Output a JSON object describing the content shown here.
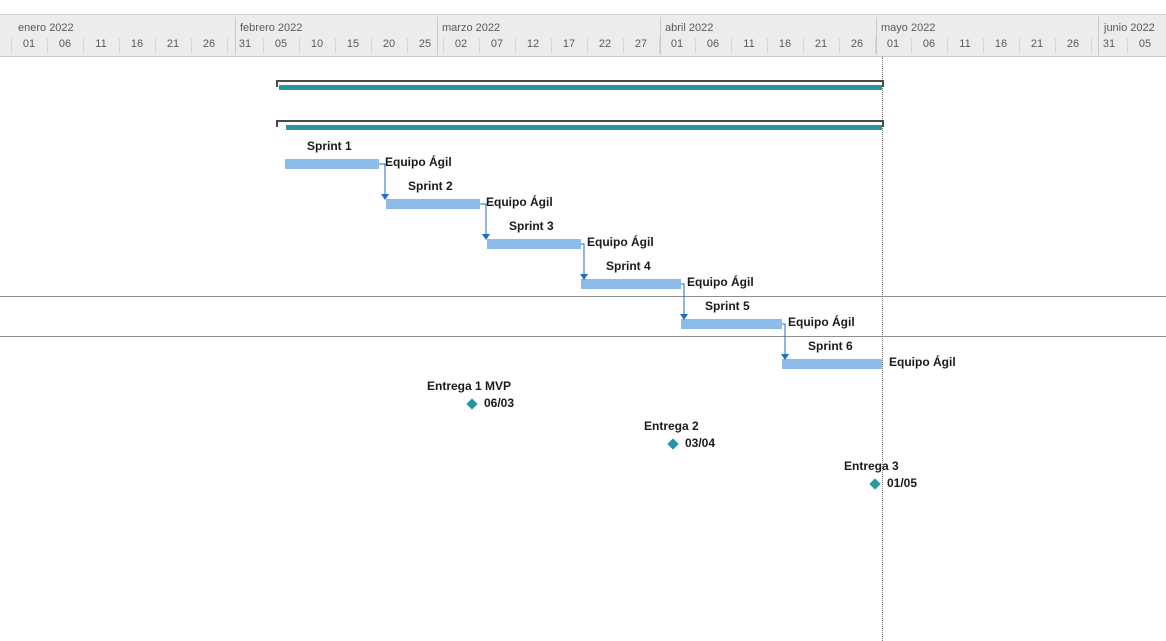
{
  "timescale": {
    "months": [
      {
        "label": "enero 2022"
      },
      {
        "label": "febrero 2022"
      },
      {
        "label": "marzo 2022"
      },
      {
        "label": "abril 2022"
      },
      {
        "label": "mayo 2022"
      },
      {
        "label": "junio 2022"
      }
    ],
    "ticks": [
      "01",
      "06",
      "11",
      "16",
      "21",
      "26",
      "31",
      "05",
      "10",
      "15",
      "20",
      "25",
      "02",
      "07",
      "12",
      "17",
      "22",
      "27",
      "01",
      "06",
      "11",
      "16",
      "21",
      "26",
      "01",
      "06",
      "11",
      "16",
      "21",
      "26",
      "31",
      "05"
    ]
  },
  "tasks": [
    {
      "name": "Sprint 1",
      "resource": "Equipo Ágil"
    },
    {
      "name": "Sprint 2",
      "resource": "Equipo Ágil"
    },
    {
      "name": "Sprint 3",
      "resource": "Equipo Ágil"
    },
    {
      "name": "Sprint 4",
      "resource": "Equipo Ágil"
    },
    {
      "name": "Sprint 5",
      "resource": "Equipo Ágil"
    },
    {
      "name": "Sprint 6",
      "resource": "Equipo Ágil"
    }
  ],
  "milestones": [
    {
      "name": "Entrega 1 MVP",
      "date": "06/03"
    },
    {
      "name": "Entrega 2",
      "date": "03/04"
    },
    {
      "name": "Entrega 3",
      "date": "01/05"
    }
  ],
  "colors": {
    "summary": "#2796a3",
    "task_bar": "#8dbcea",
    "link": "#1f6fc5",
    "milestone": "#2796a3"
  }
}
